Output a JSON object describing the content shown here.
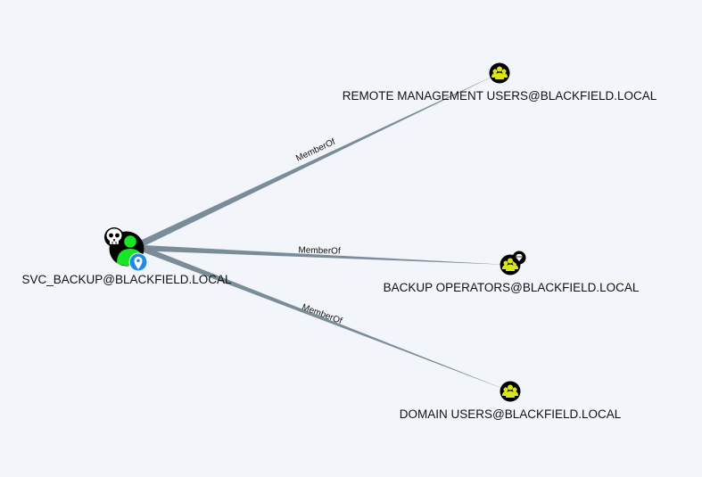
{
  "graph": {
    "nodes": [
      {
        "id": "svc_backup",
        "label": "SVC_BACKUP@BLACKFIELD.LOCAL",
        "kind": "user",
        "icon": "user-icon",
        "badges": [
          "skull-icon",
          "map-pin-icon"
        ],
        "color": "#17e625"
      },
      {
        "id": "remote_mgmt",
        "label": "REMOTE MANAGEMENT USERS@BLACKFIELD.LOCAL",
        "kind": "group",
        "icon": "group-icon",
        "color": "#dbe617"
      },
      {
        "id": "backup_ops",
        "label": "BACKUP OPERATORS@BLACKFIELD.LOCAL",
        "kind": "group",
        "icon": "group-icon",
        "badges": [
          "gem-icon"
        ],
        "color": "#dbe617"
      },
      {
        "id": "domain_users",
        "label": "DOMAIN USERS@BLACKFIELD.LOCAL",
        "kind": "group",
        "icon": "group-icon",
        "color": "#dbe617"
      }
    ],
    "edges": [
      {
        "from": "svc_backup",
        "to": "remote_mgmt",
        "label": "MemberOf"
      },
      {
        "from": "svc_backup",
        "to": "backup_ops",
        "label": "MemberOf"
      },
      {
        "from": "svc_backup",
        "to": "domain_users",
        "label": "MemberOf"
      }
    ],
    "edge_color": "#7b8c99"
  }
}
